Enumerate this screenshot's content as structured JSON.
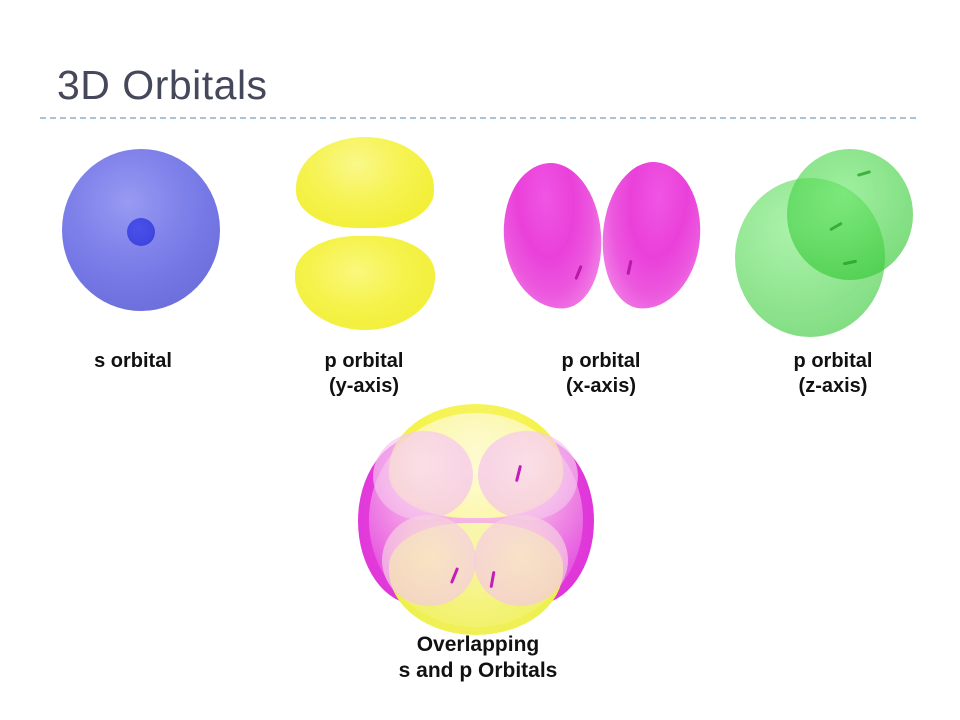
{
  "slide": {
    "title": "3D Orbitals"
  },
  "labels": {
    "s": [
      "s orbital"
    ],
    "py": [
      "p orbital",
      "(y-axis)"
    ],
    "px": [
      "p orbital",
      "(x-axis)"
    ],
    "pz": [
      "p orbital",
      "(z-axis)"
    ],
    "overlap": [
      "Overlapping",
      "s and p Orbitals"
    ]
  },
  "colors": {
    "title-text": "#45475a",
    "divider": "#a9c2d8",
    "label-text": "#111111",
    "s-blue": "#7b7de9",
    "s-nucleus": "#4046e0",
    "p-yellow": "#f3f03a",
    "p-magenta": "#e93ed9",
    "p-green": "#3ecc3e",
    "overlap-pink": "#f4c7ee"
  }
}
